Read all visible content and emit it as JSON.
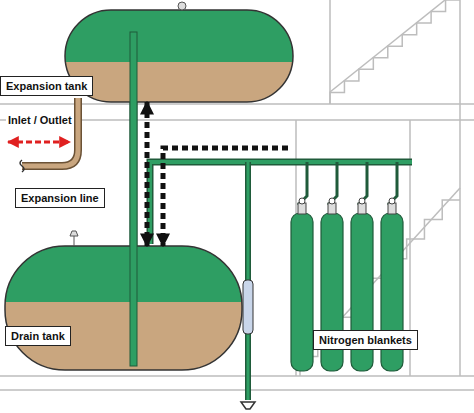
{
  "diagram": {
    "nodes": [
      {
        "text": [
          "Expansion tank"
        ]
      },
      {
        "text": [
          "Drain tank"
        ]
      },
      {
        "text": [
          "Nitrogen blankets"
        ]
      }
    ],
    "edges": [
      {
        "from": 0,
        "to": 1,
        "arrow": "both"
      },
      {
        "from": 2,
        "to": 1,
        "arrow": "to"
      }
    ],
    "labels": [
      "Inlet / Outlet",
      "Expansion line"
    ]
  }
}
